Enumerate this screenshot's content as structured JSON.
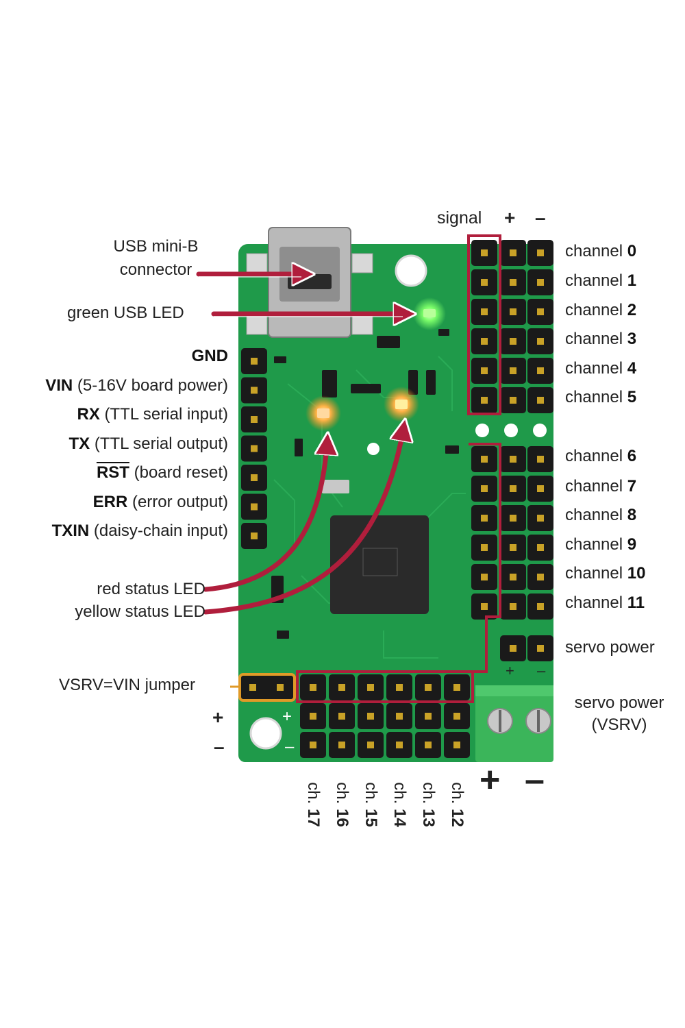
{
  "colors": {
    "pcb": "#1f9a4a",
    "pcb_dark": "#157a37",
    "header": "#1a1a1a",
    "pin": "#c9a227",
    "callout": "#b01e3c",
    "jumper_outline": "#e09a28",
    "terminal": "#3bb55a",
    "led_green": "#7dff6a",
    "led_orange": "#ffb347"
  },
  "top_header": {
    "signal": "signal",
    "plus": "+",
    "minus": "–"
  },
  "usb": {
    "line1": "USB mini-B",
    "line2": "connector"
  },
  "green_led": "green USB LED",
  "left_pins": [
    {
      "bold": "GND",
      "rest": ""
    },
    {
      "bold": "VIN",
      "rest": " (5-16V board power)"
    },
    {
      "bold": "RX",
      "rest": " (TTL serial input)"
    },
    {
      "bold": "TX",
      "rest": " (TTL serial output)"
    },
    {
      "bold": "RST",
      "rest": " (board reset)"
    },
    {
      "bold": "ERR",
      "rest": " (error output)"
    },
    {
      "bold": "TXIN",
      "rest": " (daisy-chain input)"
    }
  ],
  "status_leds": {
    "red": "red status LED",
    "yellow": "yellow status LED"
  },
  "channels_right": [
    {
      "word": "channel",
      "num": "0"
    },
    {
      "word": "channel",
      "num": "1"
    },
    {
      "word": "channel",
      "num": "2"
    },
    {
      "word": "channel",
      "num": "3"
    },
    {
      "word": "channel",
      "num": "4"
    },
    {
      "word": "channel",
      "num": "5"
    },
    {
      "word": "channel",
      "num": "6"
    },
    {
      "word": "channel",
      "num": "7"
    },
    {
      "word": "channel",
      "num": "8"
    },
    {
      "word": "channel",
      "num": "9"
    },
    {
      "word": "channel",
      "num": "10"
    },
    {
      "word": "channel",
      "num": "11"
    }
  ],
  "servo_power": "servo power",
  "servo_power_vsrv": {
    "line1": "servo power",
    "line2": "(VSRV)"
  },
  "vsrv_jumper": "VSRV=VIN jumper",
  "small_plus_minus": {
    "plus": "+",
    "minus": "–"
  },
  "bottom_channels": [
    {
      "prefix": "ch.",
      "num": "17"
    },
    {
      "prefix": "ch.",
      "num": "16"
    },
    {
      "prefix": "ch.",
      "num": "15"
    },
    {
      "prefix": "ch.",
      "num": "14"
    },
    {
      "prefix": "ch.",
      "num": "13"
    },
    {
      "prefix": "ch.",
      "num": "12"
    }
  ],
  "terminal_signs": {
    "plus": "+",
    "minus": "–"
  }
}
